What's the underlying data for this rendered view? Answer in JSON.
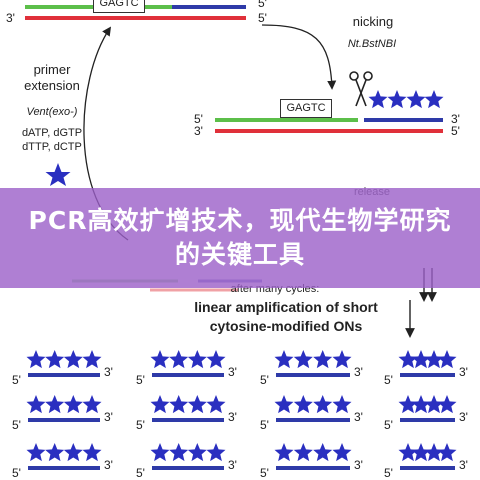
{
  "diagram": {
    "top_box": "GAGTC",
    "mid_box": "GAGTC",
    "five_prime": "5'",
    "three_prime": "3'",
    "nicking": {
      "title": "nicking",
      "enzyme": "Nt.BstNBI"
    },
    "primer_extension": {
      "title_line1": "primer",
      "title_line2": "extension",
      "enzyme": "Vent(exo-)",
      "nucleotides_line1": "dATP, dGTP",
      "nucleotides_line2": "dTTP, dCTP"
    },
    "release": "release",
    "after_cycles": "after many cycles:",
    "result_line1": "linear amplification of short",
    "result_line2": "cytosine-modified ONs",
    "colors": {
      "strand_green": "#5cbf4a",
      "strand_red": "#e0303a",
      "strand_blue": "#2e3aa8",
      "star": "#2a2fc0"
    }
  },
  "banner": {
    "title": "PCR高效扩增技术，现代生物学研究的关键工具",
    "color": "#9b5fc8"
  }
}
